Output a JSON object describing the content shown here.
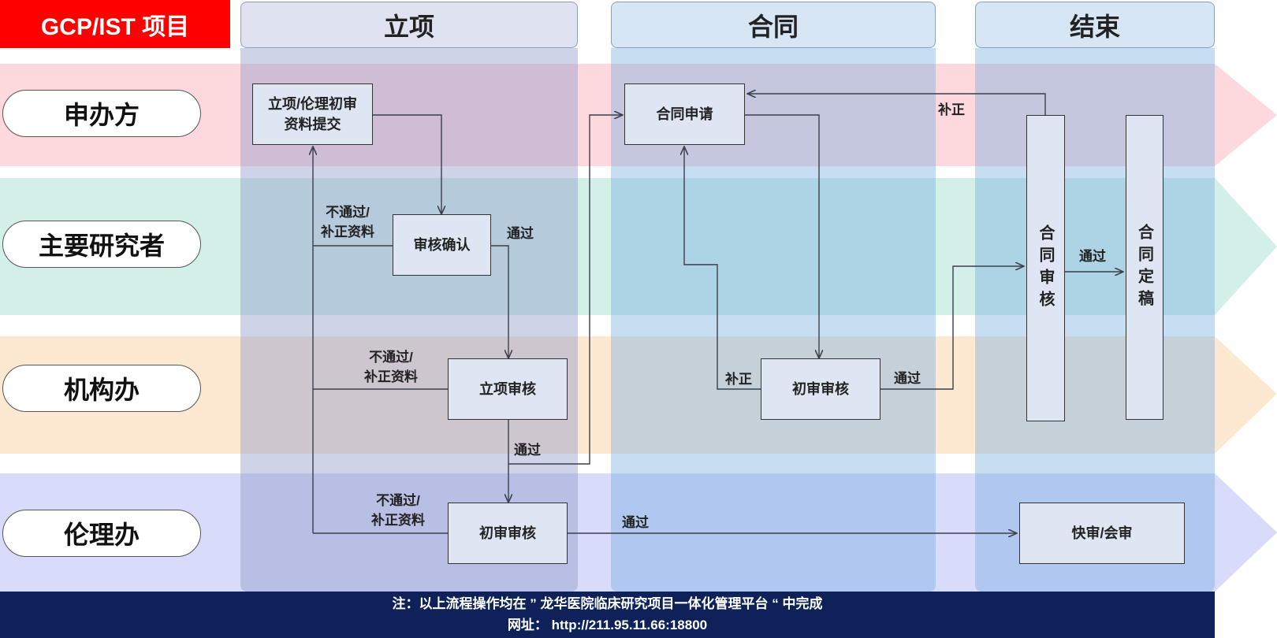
{
  "header": {
    "project_label": "GCP/IST  项目"
  },
  "phases": [
    "立项",
    "合同",
    "结束"
  ],
  "lanes": [
    "申办方",
    "主要研究者",
    "机构办",
    "伦理办"
  ],
  "nodes": {
    "submit": "立项/伦理初审\n资料提交",
    "pi_confirm": "审核确认",
    "project_review": "立项审核",
    "ethics_initial_review": "初审审核",
    "contract_apply": "合同申请",
    "contract_initial_review": "初审审核",
    "contract_review": "合同审核",
    "contract_final": "合同定稿",
    "fast_review": "快审/会审"
  },
  "edge_labels": {
    "reject_pi": "不通过/\n补正资料",
    "reject_office": "不通过/\n补正资料",
    "reject_ethics": "不通过/\n补正资料",
    "pass_pi": "通过",
    "pass_office": "通过",
    "pass_ethics": "通过",
    "correct_contract_init": "补正",
    "pass_contract_init": "通过",
    "correct_contract_review": "补正",
    "pass_contract_review": "通过"
  },
  "colors": {
    "lane_sponsor": "#fdd9dd",
    "lane_pi": "#d2efe8",
    "lane_office": "#fde9d2",
    "lane_ethics": "#d9dbfa",
    "badge": "#ff0000",
    "footer": "#0e2259"
  },
  "footer": {
    "note": "注：以上流程操作均在 ” 龙华医院临床研究项目一体化管理平台 “ 中完成",
    "website": "网址：  http://211.95.11.66:18800"
  }
}
